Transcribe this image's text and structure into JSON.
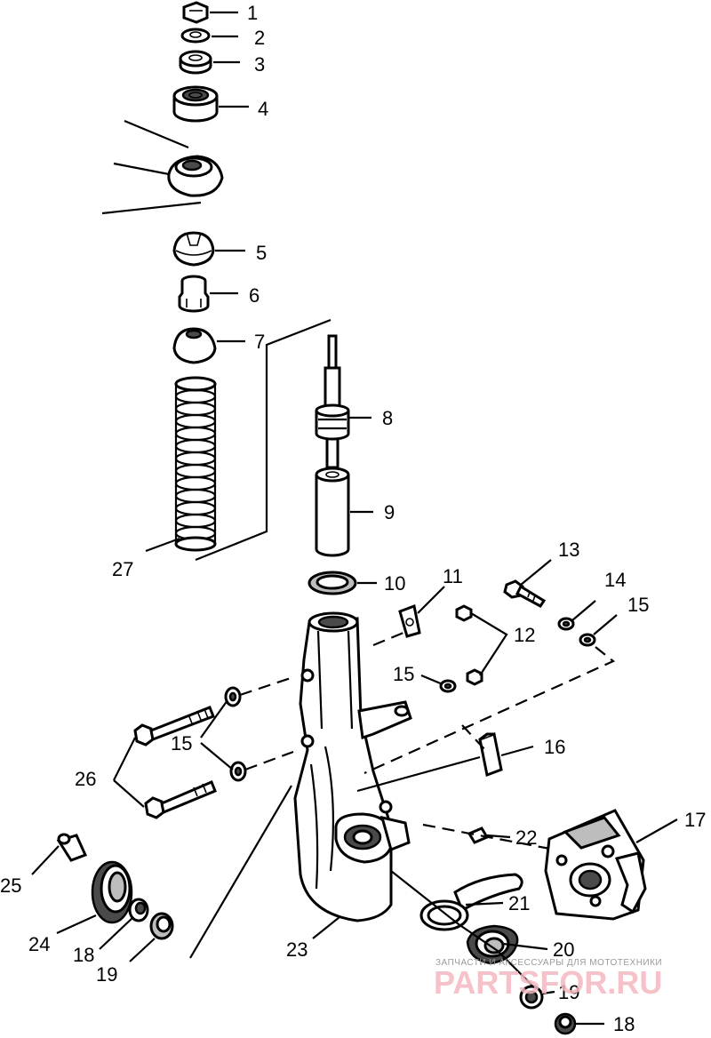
{
  "labels": {
    "l1": "1",
    "l2": "2",
    "l3": "3",
    "l4": "4",
    "l5": "5",
    "l6": "6",
    "l7": "7",
    "l8": "8",
    "l9": "9",
    "l10": "10",
    "l11": "11",
    "l12": "12",
    "l13": "13",
    "l14": "14",
    "l15a": "15",
    "l15b": "15",
    "l15c": "15",
    "l16": "16",
    "l17": "17",
    "l18a": "18",
    "l18b": "18",
    "l19a": "19",
    "l19b": "19",
    "l20": "20",
    "l21": "21",
    "l22": "22",
    "l23": "23",
    "l24": "24",
    "l25": "25",
    "l26": "26",
    "l27": "27"
  },
  "watermark": {
    "tagline": "ЗАПЧАСТИ И АКСЕССУАРЫ ДЛЯ МОТОТЕХНИКИ",
    "brand": "PARTSFOR.RU"
  }
}
